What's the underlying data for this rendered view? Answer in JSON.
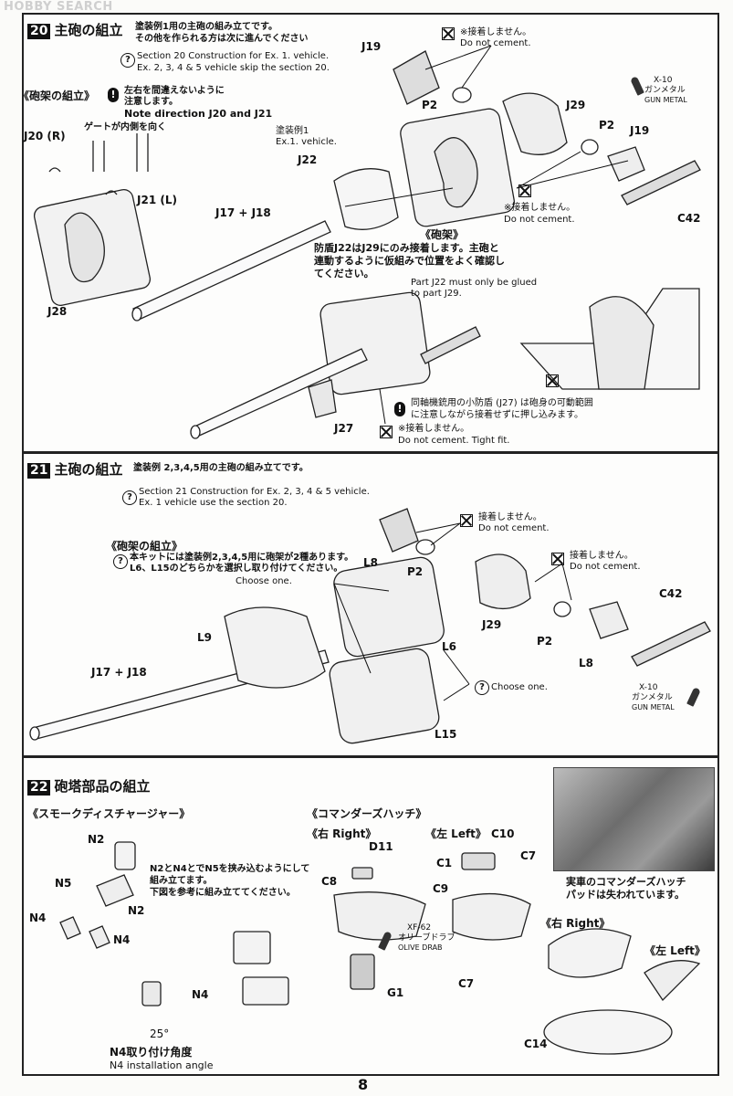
{
  "watermark": "HOBBY SEARCH",
  "page_number": "8",
  "icons": [
    "x-box-icon",
    "warning-icon",
    "question-icon",
    "paint-brush-icon"
  ],
  "step20": {
    "number": "20",
    "title": "主砲の組立",
    "intro_jp_1": "塗装例1用の主砲の組み立てです。",
    "intro_jp_2": "その他を作られる方は次に進んでください",
    "intro_en_1": "Section 20 Construction for Ex. 1.  vehicle.",
    "intro_en_2": "Ex. 2, 3, 4 & 5  vehicle skip the section 20.",
    "cradle_header": "《砲架の組立》",
    "cradle_note_jp_1": "左右を間違えないように",
    "cradle_note_jp_2": "注意します。",
    "cradle_note_en": "Note direction J20 and J21",
    "gate_note": "ゲートが内側を向く",
    "paint_ex1_jp": "塗装例1",
    "paint_ex1_en": "Ex.1. vehicle.",
    "labels": {
      "j19_a": "J19",
      "p2_a": "P2",
      "j29": "J29",
      "p2_b": "P2",
      "j19_b": "J19",
      "c42": "C42",
      "j22": "J22",
      "j20": "J20 (R)",
      "j21": "J21 (L)",
      "j17j18": "J17 + J18",
      "j28": "J28",
      "j27": "J27"
    },
    "nocement_1_jp": "※接着しません。",
    "nocement_1_en": "Do not cement.",
    "nocement_2_jp": "※接着しません。",
    "nocement_2_en": "Do not cement.",
    "paint_code": "X-10",
    "paint_jp": "ガンメタル",
    "paint_en": "GUN METAL",
    "cradle_caption": "《砲架》",
    "shield_note_jp_1": "防盾J22はJ29にのみ接着します。主砲と",
    "shield_note_jp_2": "連動するように仮組みで位置をよく確認し",
    "shield_note_jp_3": "てください。",
    "shield_note_en_1": "Part J22 must only be glued",
    "shield_note_en_2": "to part J29.",
    "mg_note_jp_1": "同軸機銃用の小防盾 (J27) は砲身の可動範囲",
    "mg_note_jp_2": "に注意しながら接着せずに押し込みます。",
    "nocement_3_jp": "※接着しません。",
    "nocement_3_en": "Do not cement. Tight fit."
  },
  "step21": {
    "number": "21",
    "title": "主砲の組立",
    "intro_jp": "塗装例 2,3,4,5用の主砲の組み立てです。",
    "intro_en_1": "Section 21 Construction for Ex. 2, 3, 4 & 5  vehicle.",
    "intro_en_2": "Ex. 1 vehicle use the section 20.",
    "cradle_header": "《砲架の組立》",
    "cradle_note_jp_1": "本キットには塗装例2,3,4,5用に砲架が2種あります。",
    "cradle_note_jp_2": "L6、L15のどちらかを選択し取り付けてください。",
    "choose_one_1": "Choose one.",
    "choose_one_2": "Choose one.",
    "nocement_1_jp": "接着しません。",
    "nocement_1_en": "Do not cement.",
    "nocement_2_jp": "接着しません。",
    "nocement_2_en": "Do not cement.",
    "labels": {
      "l8_a": "L8",
      "p2_a": "P2",
      "j29": "J29",
      "p2_b": "P2",
      "l8_b": "L8",
      "c42": "C42",
      "l9": "L9",
      "l6": "L6",
      "l15": "L15",
      "j17j18": "J17 + J18"
    },
    "paint_code": "X-10",
    "paint_jp": "ガンメタル",
    "paint_en": "GUN METAL"
  },
  "step22": {
    "number": "22",
    "title": "砲塔部品の組立",
    "smoke_header": "《スモークディスチャージャー》",
    "smoke_note_1": "N2とN4とでN5を挟み込むようにして",
    "smoke_note_2": "組み立てます。",
    "smoke_note_3": "下図を参考に組み立ててください。",
    "angle_value": "25°",
    "angle_caption_jp": "N4取り付け角度",
    "angle_caption_en": "N4 installation angle",
    "hatch_header": "《コマンダーズハッチ》",
    "right_header": "《右 Right》",
    "left_header": "《左 Left》",
    "paint_code": "XF-62",
    "paint_jp": "オリーブドラブ",
    "paint_en": "OLIVE DRAB",
    "photo_caption_1": "実車のコマンダーズハッチ",
    "photo_caption_2": "パッドは失われています。",
    "right_header_2": "《右 Right》",
    "left_header_2": "《左 Left》",
    "labels": {
      "n2_a": "N2",
      "n5": "N5",
      "n2_b": "N2",
      "n4_a": "N4",
      "n4_b": "N4",
      "n4_c": "N4",
      "d11": "D11",
      "c8": "C8",
      "g1": "G1",
      "c10": "C10",
      "c1": "C1",
      "c7_a": "C7",
      "c9": "C9",
      "c7_b": "C7",
      "c14": "C14"
    }
  }
}
